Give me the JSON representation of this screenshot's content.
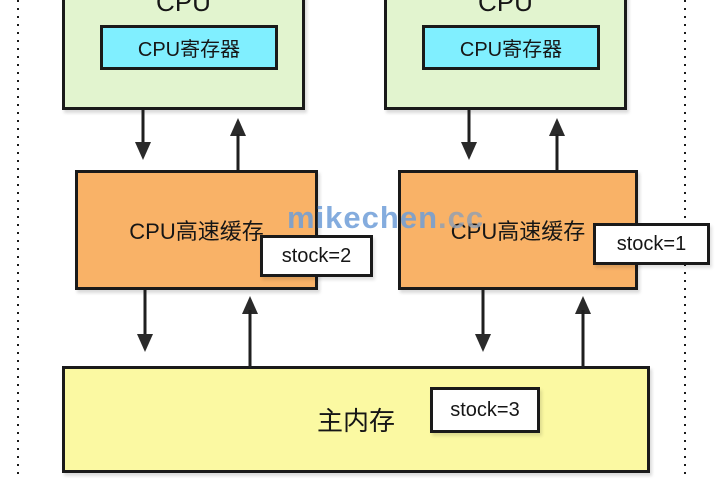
{
  "watermark": {
    "main": "mikechen",
    "suffix": ".cc"
  },
  "cpu_left": {
    "title": "CPU",
    "register_label": "CPU寄存器"
  },
  "cpu_right": {
    "title": "CPU",
    "register_label": "CPU寄存器"
  },
  "cache_left": {
    "label": "CPU高速缓存"
  },
  "cache_right": {
    "label": "CPU高速缓存"
  },
  "memory": {
    "label": "主内存"
  },
  "stock_labels": {
    "cache_left": "stock=2",
    "cache_right": "stock=1",
    "memory": "stock=3"
  },
  "colors": {
    "cpu_fill": "#e2f4cf",
    "register_fill": "#80efff",
    "cache_fill": "#f9b267",
    "memory_fill": "#fbf9a2",
    "border": "#1a1a1a",
    "arrow": "#2a2a2a",
    "watermark_blue": "#6e9ed8",
    "watermark_gray": "#94a0b2",
    "background": "#ffffff"
  }
}
